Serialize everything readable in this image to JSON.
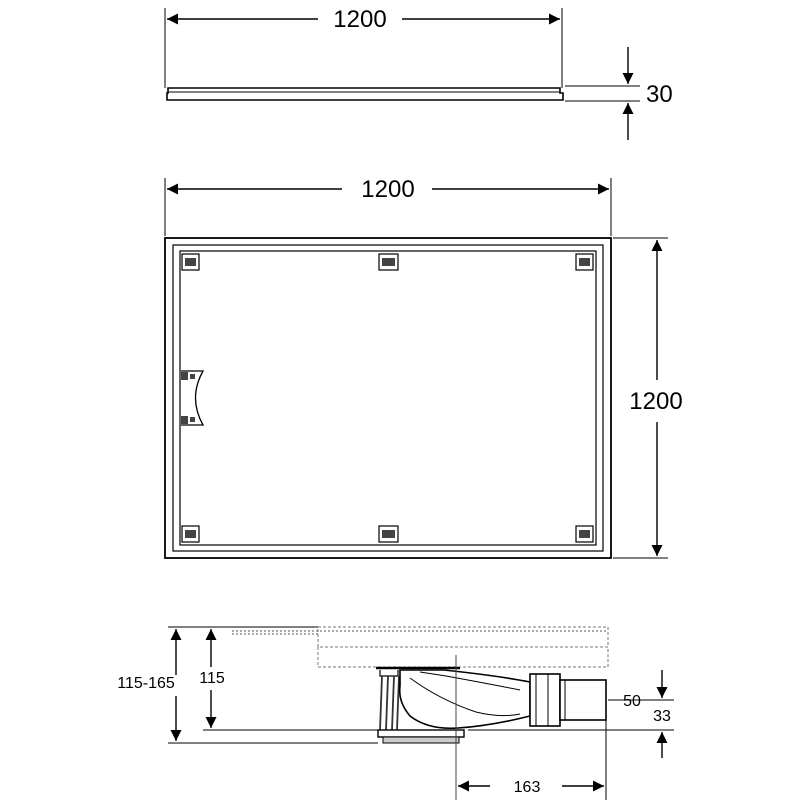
{
  "top_view": {
    "width_label": "1200",
    "thickness_label": "30"
  },
  "plan_view": {
    "width_label": "1200",
    "depth_label": "1200"
  },
  "section_view": {
    "total_height_label": "115-165",
    "base_height_label": "115",
    "outlet_diameter_label": "50",
    "outlet_height_label": "33",
    "outlet_offset_label": "163"
  },
  "colors": {
    "line": "#000000",
    "background": "#ffffff"
  }
}
